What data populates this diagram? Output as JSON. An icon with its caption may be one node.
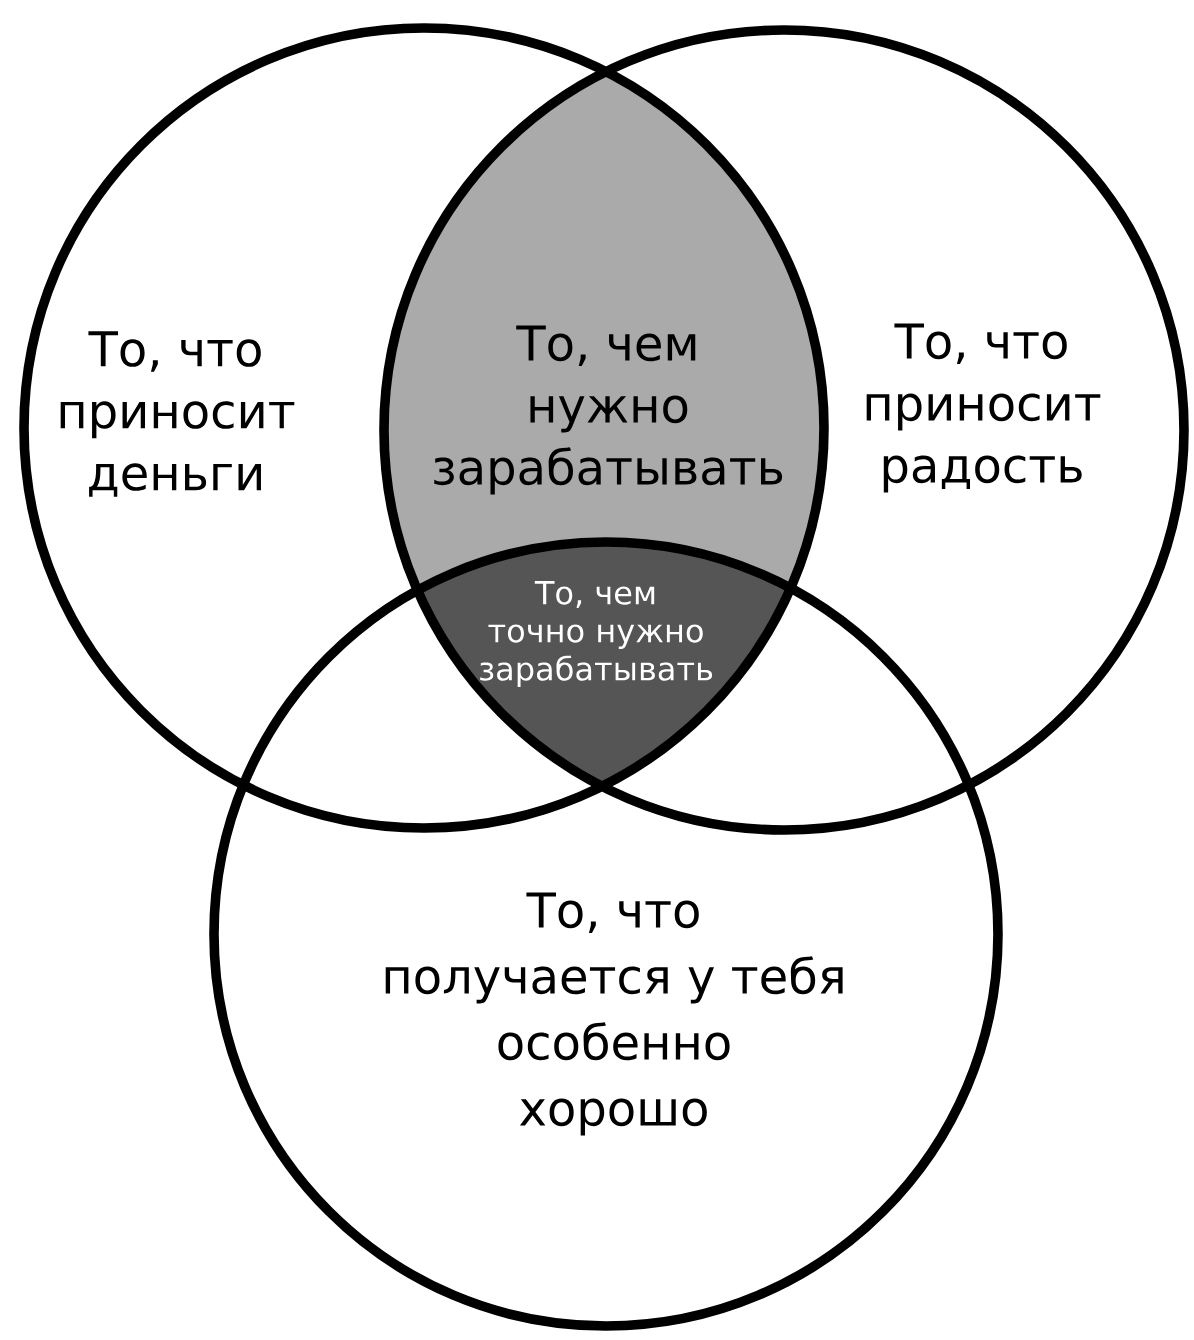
{
  "diagram": {
    "nodes": [
      {
        "text": [
          "То, что приносит деньги"
        ]
      },
      {
        "text": [
          "То, чем нужно зарабатывать"
        ]
      },
      {
        "text": [
          "То, что приносит радость"
        ]
      },
      {
        "text": [
          "То, чем точно нужно зарабатывать"
        ]
      },
      {
        "text": [
          "То, что получается у тебя особенно хорошо"
        ]
      }
    ]
  }
}
